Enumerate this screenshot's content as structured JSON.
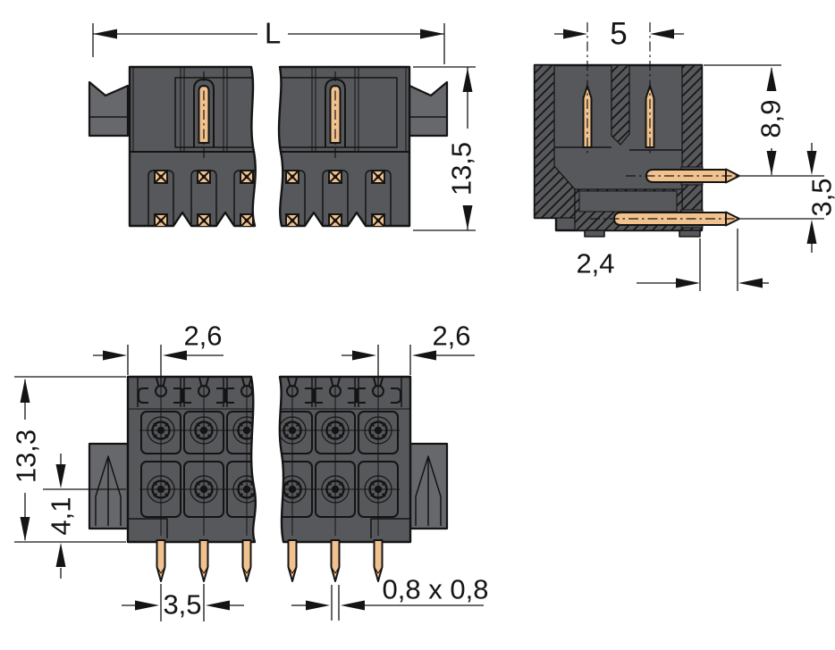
{
  "drawing_type": "connector-dimensional-drawing",
  "front_view": {
    "length": "L",
    "height": "13,5"
  },
  "side_view": {
    "pin_spacing": "5",
    "pin_length": "8,9",
    "row_spacing": "3,5",
    "pin_offset": "2,4"
  },
  "bottom_view": {
    "edge_to_pin_left": "2,6",
    "edge_to_pin_right": "2,6",
    "depth": "13,3",
    "lower_depth": "4,1",
    "pin_pitch": "3,5",
    "pin_cross_section": "0,8 x 0,8"
  },
  "colors": {
    "housing": "#57585b",
    "flange": "#67686b",
    "contact": "#f2c28e",
    "line": "#141414",
    "background": "#ffffff"
  }
}
